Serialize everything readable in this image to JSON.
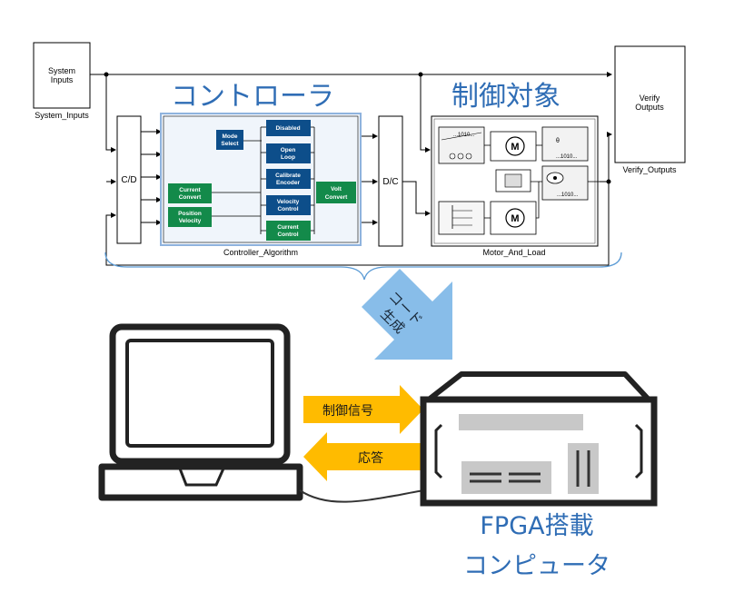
{
  "diagram": {
    "system_inputs": {
      "block_text_line1": "System",
      "block_text_line2": "Inputs",
      "caption": "System_Inputs"
    },
    "verify_outputs": {
      "block_text_line1": "Verify",
      "block_text_line2": "Outputs",
      "caption": "Verify_Outputs"
    },
    "controller": {
      "title": "コントローラ",
      "caption": "Controller_Algorithm",
      "blocks": {
        "mode_select": [
          "Mode",
          "Select"
        ],
        "disabled": [
          "Disabled"
        ],
        "open_loop": [
          "Open",
          "Loop"
        ],
        "calibrate_encoder": [
          "Calibrate",
          "Encoder"
        ],
        "velocity_control": [
          "Velocity",
          "Control"
        ],
        "current_control": [
          "Current",
          "Control"
        ],
        "current_convert": [
          "Current",
          "Convert"
        ],
        "position_velocity": [
          "Position",
          "Velocity"
        ],
        "volt_convert": [
          "Volt",
          "Convert"
        ]
      }
    },
    "cd_label": "C/D",
    "dc_label": "D/C",
    "plant": {
      "title": "制御対象",
      "caption": "Motor_And_Load",
      "motor_symbol": "M",
      "code_text": "...1010...",
      "theta_text": "θ"
    },
    "codegen_arrow": {
      "line1": "コード",
      "line2": "生成"
    },
    "control_signal": "制御信号",
    "response": "応答",
    "fpga_caption": {
      "line1": "FPGA搭載",
      "line2": "コンピュータ"
    },
    "colors": {
      "dark_blue_block": "#0d4e8a",
      "green_block": "#138a4a",
      "title_blue": "#2f6db5",
      "arrow_blue": "#88bde9",
      "arrow_orange": "#ffbb00",
      "device_grey": "#c8c8c8"
    }
  }
}
